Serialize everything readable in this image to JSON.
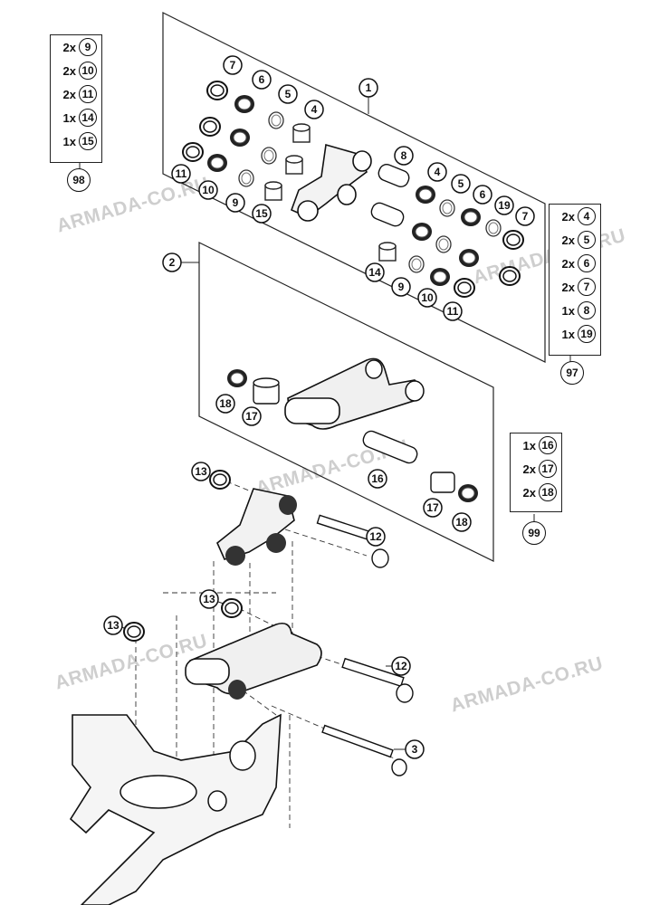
{
  "watermark": "ARMADA-CO.RU",
  "callouts": {
    "c1": "1",
    "c2": "2",
    "c3": "3",
    "c4a": "4",
    "c4b": "4",
    "c5a": "5",
    "c5b": "5",
    "c6a": "6",
    "c6b": "6",
    "c7a": "7",
    "c7b": "7",
    "c8": "8",
    "c9a": "9",
    "c9b": "9",
    "c10a": "10",
    "c10b": "10",
    "c11a": "11",
    "c11b": "11",
    "c12a": "12",
    "c12b": "12",
    "c13a": "13",
    "c13b": "13",
    "c13c": "13",
    "c14": "14",
    "c15": "15",
    "c16": "16",
    "c17a": "17",
    "c17b": "17",
    "c18a": "18",
    "c18b": "18",
    "c19": "19"
  },
  "kits": [
    {
      "label": "98",
      "items": [
        {
          "qty": "2x",
          "part": "9"
        },
        {
          "qty": "2x",
          "part": "10"
        },
        {
          "qty": "2x",
          "part": "11"
        },
        {
          "qty": "1x",
          "part": "14"
        },
        {
          "qty": "1x",
          "part": "15"
        }
      ]
    },
    {
      "label": "97",
      "items": [
        {
          "qty": "2x",
          "part": "4"
        },
        {
          "qty": "2x",
          "part": "5"
        },
        {
          "qty": "2x",
          "part": "6"
        },
        {
          "qty": "2x",
          "part": "7"
        },
        {
          "qty": "1x",
          "part": "8"
        },
        {
          "qty": "1x",
          "part": "19"
        }
      ]
    },
    {
      "label": "99",
      "items": [
        {
          "qty": "1x",
          "part": "16"
        },
        {
          "qty": "2x",
          "part": "17"
        },
        {
          "qty": "2x",
          "part": "18"
        }
      ]
    }
  ]
}
